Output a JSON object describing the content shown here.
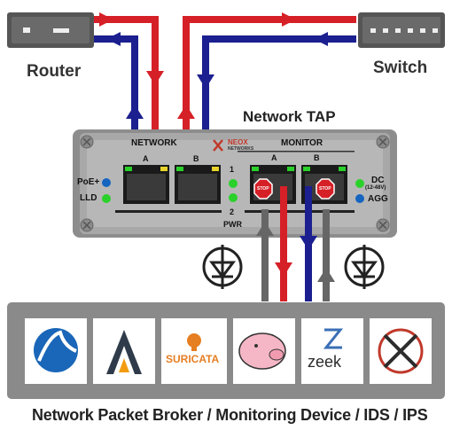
{
  "devices": {
    "router": "Router",
    "switch": "Switch",
    "tap_title": "Network TAP"
  },
  "tap_panel": {
    "network_section": "NETWORK",
    "monitor_section": "MONITOR",
    "port_a": "A",
    "port_b": "B",
    "monitor_port_a": "A",
    "monitor_port_b": "B",
    "poe": "PoE+",
    "lld": "LLD",
    "led_1": "1",
    "led_2": "2",
    "pwr": "PWR",
    "dc": "DC",
    "dc_range": "(12-48V)",
    "agg": "AGG",
    "brand": "NEOX",
    "brand_sub": "NETWORKS",
    "stop_sign_left": "STOP",
    "stop_sign_right": "STOP"
  },
  "tools": [
    {
      "name": "Wireshark"
    },
    {
      "name": "Arkime"
    },
    {
      "name": "Suricata",
      "text": "SURICATA"
    },
    {
      "name": "Snort"
    },
    {
      "name": "Zeek",
      "text": "zeek"
    },
    {
      "name": "Security Onion"
    }
  ],
  "footer": "Network Packet Broker / Monitoring Device / IDS / IPS",
  "colors": {
    "red_path": "#d62027",
    "blue_path": "#1b1f8f",
    "gray_path": "#666666",
    "panel": "#9a9a9a",
    "led_green": "#2bd12b",
    "led_blue": "#1565c0"
  }
}
